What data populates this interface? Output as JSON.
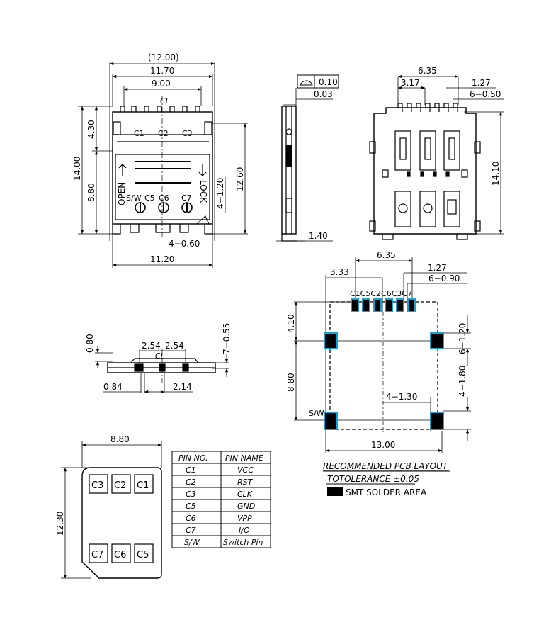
{
  "front_view": {
    "dims": {
      "overall": "(12.00)",
      "width": "11.70",
      "pitch": "9.00",
      "bottom": "11.20",
      "height": "14.00",
      "upper": "4.30",
      "lower": "8.80",
      "right": "12.60",
      "pins_dim": "4−1.20",
      "tabs": "4−0.60"
    },
    "labels": {
      "c1": "C1",
      "c2": "C2",
      "c3": "C3",
      "sw": "S/W",
      "c5": "C5",
      "c6": "C6",
      "c7": "C7",
      "open": "OPEN",
      "lock": "LOCK",
      "cl": "CL"
    }
  },
  "side_view": {
    "flatness": "0.10",
    "offset": "0.03",
    "thickness": "1.40"
  },
  "back_view": {
    "dims": {
      "span": "6.35",
      "c_offset": "3.17",
      "pitch": "1.27",
      "pins": "6−0.50",
      "height": "14.10"
    }
  },
  "bottom_view": {
    "dims": {
      "h1": "0.80",
      "h2": "7−0.55",
      "p1": "2.54",
      "p2": "2.54",
      "left": "0.84",
      "right": "2.14",
      "cl": "CL"
    }
  },
  "pcb_layout": {
    "dims": {
      "span": "6.35",
      "left": "3.33",
      "pitch": "1.27",
      "pins": "6−0.90",
      "top": "4.10",
      "mid": "8.80",
      "pad_w": "6−1.20",
      "pad_h": "4−1.80",
      "pad_s": "4−1.30",
      "width": "13.00"
    },
    "pin_labels": "C1C5C2C6C3C7",
    "sw": "S/W",
    "title": "RECOMMENDED PCB LAYOUT",
    "tolerance": "TOTOLERANCE ±0.05",
    "legend": "SMT SOLDER AREA",
    "colors": {
      "pad_outline": "#1a9fd0"
    }
  },
  "sim_card": {
    "width": "8.80",
    "height": "12.30",
    "top_row": [
      "C3",
      "C2",
      "C1"
    ],
    "bottom_row": [
      "C7",
      "C6",
      "C5"
    ]
  },
  "pin_table": {
    "headers": [
      "PIN NO.",
      "PIN NAME"
    ],
    "rows": [
      [
        "C1",
        "VCC"
      ],
      [
        "C2",
        "RST"
      ],
      [
        "C3",
        "CLK"
      ],
      [
        "C5",
        "GND"
      ],
      [
        "C6",
        "VPP"
      ],
      [
        "C7",
        "I/O"
      ],
      [
        "S/W",
        "Switch Pin"
      ]
    ]
  }
}
